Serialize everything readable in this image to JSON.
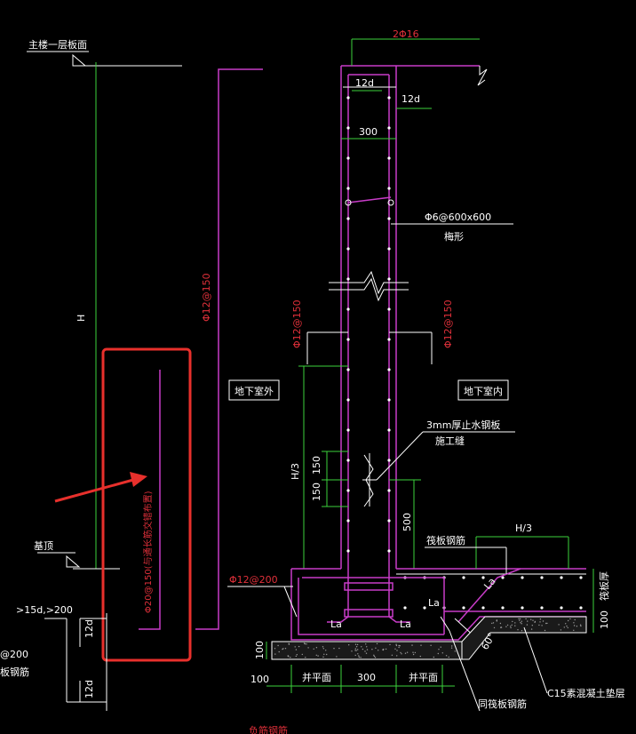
{
  "labels": {
    "floor_top": "主楼一层板面",
    "bottom_mark": "基顶",
    "h_label": "H",
    "bar_2phi16": "2Φ16",
    "dim_12d_a": "12d",
    "dim_12d_b": "12d",
    "dim_300_top": "300",
    "tie_bar": "Φ6@600x600",
    "tie_bar_note": "梅形",
    "left_vert_bar": "Φ12@150",
    "left_bar_mid": "Φ12@150",
    "right_bar_mid": "Φ12@150",
    "outdoor": "地下室外",
    "indoor": "地下室内",
    "waterstop": "3mm厚止水钢板",
    "construction_joint": "施工缝",
    "h3_left": "H/3",
    "dim_150_a": "150",
    "dim_150_b": "150",
    "dim_500": "500",
    "h3_right": "H/3",
    "slab_rebar": "筏板钢筋",
    "la_right": "La",
    "la_left_bottom": "La",
    "la_right_bottom": "La",
    "la_slope": "La",
    "phi12_200": "Φ12@200",
    "angle": "60°",
    "slab_thickness": "筏板厚",
    "dim_100_right": "100",
    "dim_100_left": "100",
    "dim_100_bottom": "100",
    "dim_300_bottom": "300",
    "join_face_left": "并平面",
    "join_face_right": "并平面",
    "same_slab_rebar": "同筏板钢筋",
    "c15_cushion": "C15素混凝土垫层",
    "left_15d": ">15d,>200",
    "left_200": "@200",
    "left_rebar": "板钢筋",
    "left_12d_a": "12d",
    "left_12d_b": "12d",
    "highlight_bar": "Φ20@150(与通长筋交错布置)",
    "bottom_partial": "负筋钢筋"
  },
  "colors": {
    "green": "#3cd23c",
    "magenta": "#c83cc8",
    "red": "#e0303a",
    "white": "#ffffff",
    "highlight": "#e8302c"
  }
}
